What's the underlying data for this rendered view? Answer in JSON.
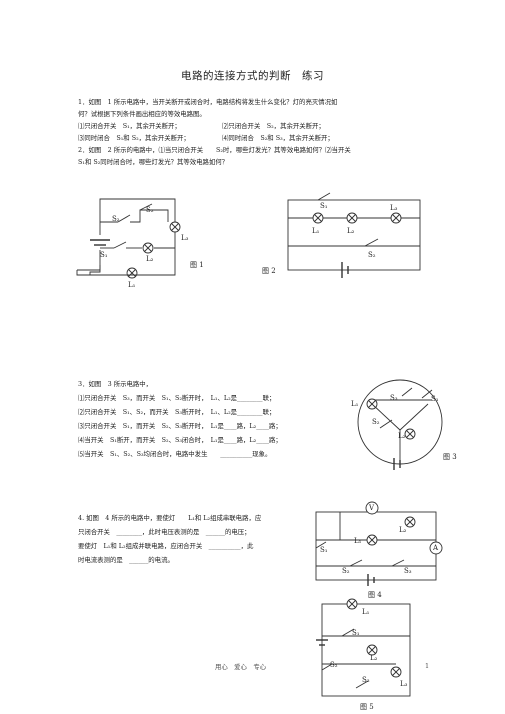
{
  "title": "电路的连接方式的判断　练习",
  "q1": {
    "l1": "1．如图　1 所示电路中，当开关断开或闭合时，电路结构将发生什么变化？灯的亮灭情况如",
    "l2": "何？试根据下列条件画出相应的等效电路图。",
    "l3a": "⑴只闭合开关　S₁，其余开关断开；",
    "l3b": "⑵只闭合开关　S₂，其余开关断开；",
    "l4a": "⑶同时闭合　S₁和 S₂，其余开关断开；",
    "l4b": "⑷同时闭合　S₂和 S₃，其余开关断开；"
  },
  "q2": {
    "l1": "2．如图　2 所示的电路中，⑴当只闭合开关　　S₂时，哪些灯发光？其等效电路如何？⑵当开关",
    "l2": "S₁和 S₂同时闭合时，哪些灯发光？其等效电路如何？"
  },
  "q3": {
    "l1": "3．如图　3 所示电路中，",
    "l2": "⑴只闭合开关　S₃，而开关　S₁、S₂断开时，　L₁、L₂是________联；",
    "l3": "⑵只闭合开关　S₁、S₂，而开关　S₃断开时，　L₁、L₂是________联；",
    "l4": "⑶只闭合开关　S₁，而开关　S₂、S₃断开时，　L₁是____路，L₂____路；",
    "l5": "⑷当开关　S₁断开，而开关　S₂、S₃闭合时，　L₁是____路，L₂____路；",
    "l6": "⑸当开关　S₁、S₂、S₃均闭合时，电路中发生　　__________现象。"
  },
  "q4": {
    "l1": "4. 如图　4 所示的电路中，要使灯　　L₁和 L₂组成串联电路，应",
    "l2": "只闭合开关　________，此时电压表测的是　______的电压；",
    "l3": "要使灯　L₁和 L₂组成并联电路，应闭合开关　__________，此",
    "l4": "时电流表测的是　______的电流。"
  },
  "figs": {
    "fig1": "图 1",
    "fig2": "图 2",
    "fig3": "图 3",
    "fig4": "图 4",
    "fig5": "图 5"
  },
  "labels": {
    "S1": "S₁",
    "S2": "S₂",
    "S3": "S₃",
    "L1": "L₁",
    "L2": "L₂",
    "L3": "L₃",
    "V": "V",
    "A": "A"
  },
  "footer": {
    "left": "用心　爱心　专心",
    "page": "1"
  }
}
